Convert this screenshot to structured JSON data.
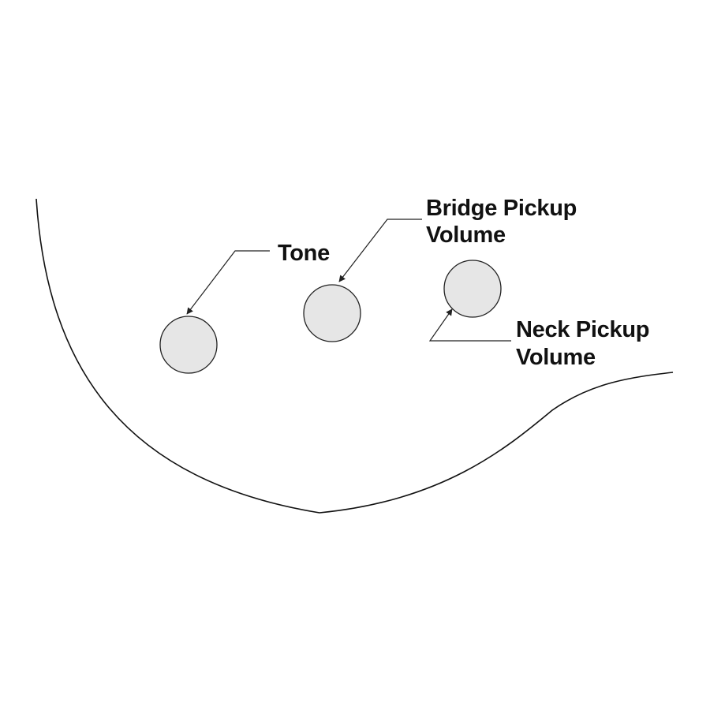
{
  "colors": {
    "knob_fill": "#e6e6e6",
    "line": "#222222",
    "text": "#111111",
    "background": "#ffffff"
  },
  "labels": {
    "tone": "Tone",
    "bridge_line1": "Bridge Pickup",
    "bridge_line2": "Volume",
    "neck_line1": "Neck Pickup",
    "neck_line2": "Volume"
  }
}
